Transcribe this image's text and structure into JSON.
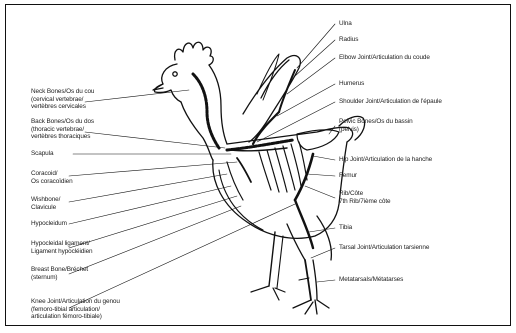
{
  "labels_left": [
    {
      "id": "neck",
      "lines": [
        "Neck Bones/Os du cou",
        "(cervical vertebrae/",
        "vertèbres cervicales"
      ]
    },
    {
      "id": "back",
      "lines": [
        "Back Bones/Os du dos",
        "(thoracic vertebrae/",
        "vertèbres thoraciques"
      ]
    },
    {
      "id": "scapula",
      "lines": [
        "Scapula"
      ]
    },
    {
      "id": "coracoid",
      "lines": [
        "Coracoid/",
        "Os coracoïdien"
      ]
    },
    {
      "id": "wishbone",
      "lines": [
        "Wishbone/",
        "Clavicule"
      ]
    },
    {
      "id": "hypocleidum",
      "lines": [
        "Hypocleidum"
      ]
    },
    {
      "id": "hypocleidal",
      "lines": [
        "Hypocleidal ligament/",
        "Ligament hypocléidien"
      ]
    },
    {
      "id": "breast",
      "lines": [
        "Breast Bone/Bréchet",
        "(sternum)"
      ]
    },
    {
      "id": "knee",
      "lines": [
        "Knee Joint/Articulation du genou",
        "(femoro-tibial articulation/",
        "articulation fémoro-tibiale)"
      ]
    }
  ],
  "labels_right": [
    {
      "id": "ulna",
      "lines": [
        "Ulna"
      ]
    },
    {
      "id": "radius",
      "lines": [
        "Radius"
      ]
    },
    {
      "id": "elbow",
      "lines": [
        "Elbow Joint/Articulation du coude"
      ]
    },
    {
      "id": "humerus",
      "lines": [
        "Humerus"
      ]
    },
    {
      "id": "shoulder",
      "lines": [
        "Shoulder Joint/Articulation de l'épaule"
      ]
    },
    {
      "id": "pelvic",
      "lines": [
        "Pelvic Bones/Os du bassin",
        "(pelvis)"
      ]
    },
    {
      "id": "hip",
      "lines": [
        "Hip Joint/Articulation de la hanche"
      ]
    },
    {
      "id": "femur",
      "lines": [
        "Femur"
      ]
    },
    {
      "id": "rib",
      "lines": [
        "Rib/Côte",
        "7th Rib/7ième côte"
      ]
    },
    {
      "id": "tibia",
      "lines": [
        "Tibia"
      ]
    },
    {
      "id": "tarsal",
      "lines": [
        "Tarsal Joint/Articulation tarsienne"
      ]
    },
    {
      "id": "metatarsals",
      "lines": [
        "Metatarsals/Métatarses"
      ]
    }
  ],
  "colors": {
    "line": "#111111",
    "text": "#222222",
    "bg": "#ffffff"
  }
}
